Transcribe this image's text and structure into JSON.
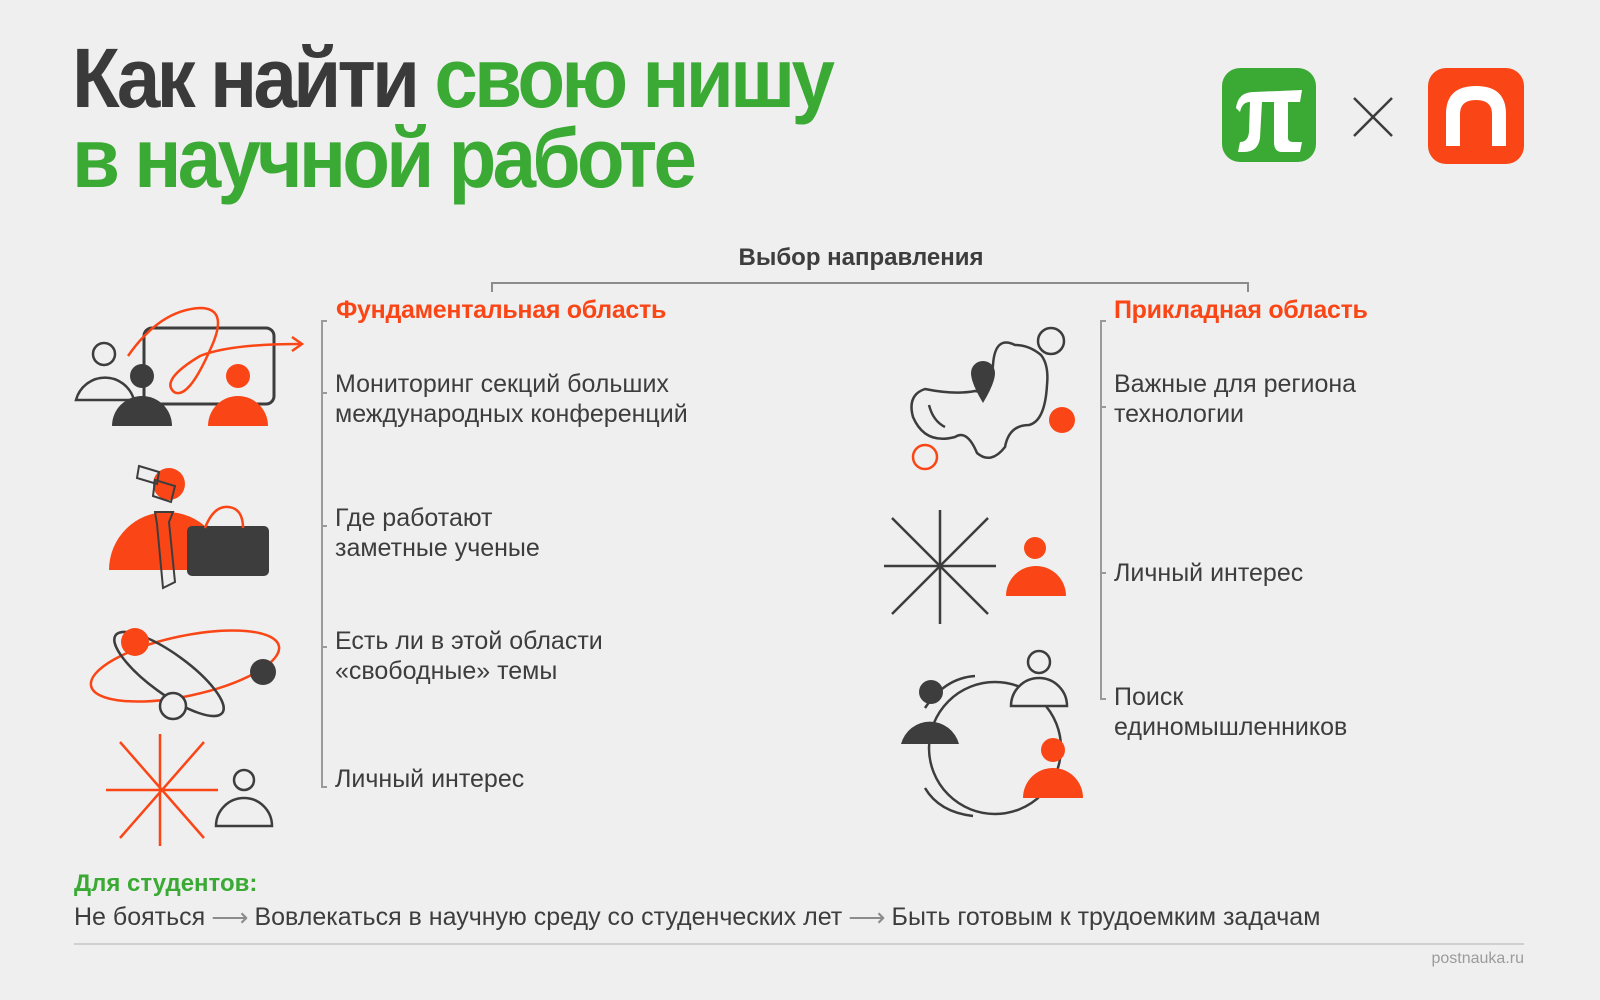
{
  "header": {
    "title_line1_dark": "Как найти",
    "title_line1_green": "свою нишу",
    "title_line2_green": "в научной работе",
    "logo_left": "postnauka-pi-logo",
    "separator": "×",
    "logo_right": "n-logo"
  },
  "colors": {
    "background": "#efefef",
    "green": "#3aaa35",
    "orange": "#fa4616",
    "dark": "#3d3d3d",
    "line": "#9a9a9a"
  },
  "choice": {
    "title": "Выбор направления"
  },
  "fundamental": {
    "heading": "Фундаментальная область",
    "items": [
      {
        "line1": "Мониторинг секций больших",
        "line2": "международных конференций",
        "icon": "conference-icon"
      },
      {
        "line1": "Где работают",
        "line2": "заметные ученые",
        "icon": "scientist-icon"
      },
      {
        "line1": "Есть ли в этой области",
        "line2": "«свободные» темы",
        "icon": "orbit-icon"
      },
      {
        "line1": "Личный интерес",
        "line2": "",
        "icon": "spark-person-icon"
      }
    ]
  },
  "applied": {
    "heading": "Прикладная область",
    "items": [
      {
        "line1": "Важные для региона",
        "line2": "технологии",
        "icon": "region-map-icon"
      },
      {
        "line1": "Личный интерес",
        "line2": "",
        "icon": "spark-person-icon"
      },
      {
        "line1": "Поиск",
        "line2": "единомышленников",
        "icon": "community-icon"
      }
    ]
  },
  "students": {
    "label": "Для студентов:",
    "steps": [
      "Не бояться",
      "Вовлекаться в научную среду со студенческих лет",
      "Быть готовым к трудоемким задачам"
    ],
    "arrow": "⟶"
  },
  "footer": {
    "site": "postnauka.ru"
  }
}
